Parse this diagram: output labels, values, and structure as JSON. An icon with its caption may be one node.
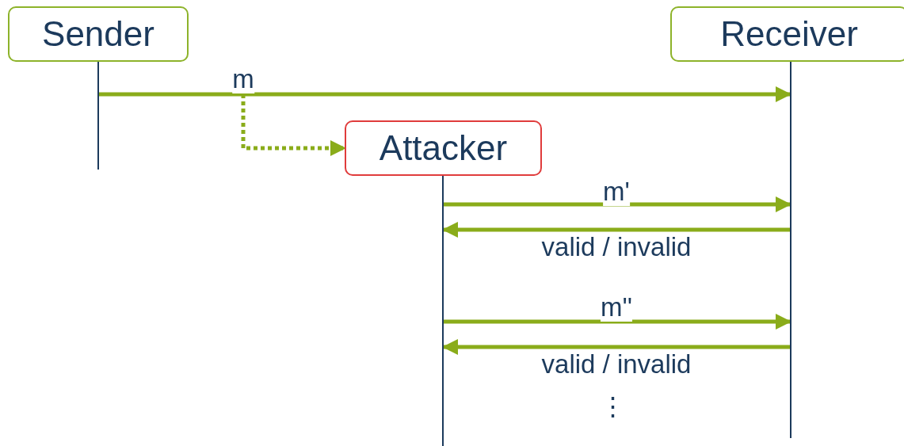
{
  "diagram": {
    "nodes": [
      {
        "text": [
          "Sender"
        ]
      },
      {
        "text": [
          "Receiver"
        ]
      },
      {
        "text": [
          "Attacker"
        ]
      },
      {
        "text": [],
        "shape": "line"
      },
      {
        "text": [],
        "shape": "line"
      },
      {
        "text": [],
        "shape": "line"
      }
    ],
    "edges": [
      {
        "from": 3,
        "to": 4,
        "arrow": "to",
        "label": "m"
      },
      {
        "from": null,
        "to": 2,
        "arrow": "to",
        "style": "dashed"
      },
      {
        "from": 5,
        "to": 4,
        "arrow": "to",
        "label": "m'"
      },
      {
        "from": 4,
        "to": 5,
        "arrow": "to",
        "label": "valid / invalid"
      },
      {
        "from": 5,
        "to": 4,
        "arrow": "to",
        "label": "m''"
      },
      {
        "from": 4,
        "to": 5,
        "arrow": "to",
        "label": "valid / invalid"
      }
    ],
    "labels": [
      "⋮"
    ]
  }
}
